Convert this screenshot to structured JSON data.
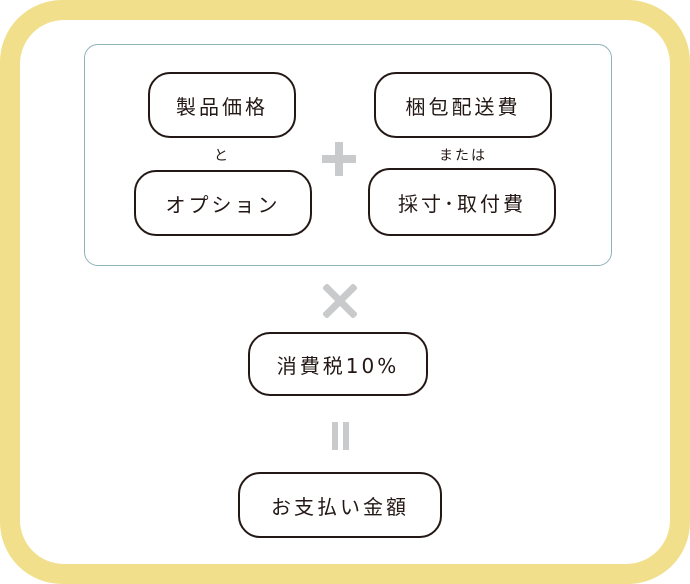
{
  "nodes": {
    "product_price": "製品価格",
    "options": "オプション",
    "packing_shipping": "梱包配送費",
    "measuring_installation": "採寸･取付費",
    "consumption_tax": "消費税10%",
    "payment_amount": "お支払い金額"
  },
  "connectors": {
    "and": "と",
    "or": "または"
  },
  "operators": {
    "plus": "plus-icon",
    "times": "times-icon",
    "equals": "equals-icon"
  },
  "colors": {
    "frame": "#f1df8c",
    "group_border": "#8fb3b8",
    "operator": "#c9cacb",
    "text": "#231815"
  }
}
